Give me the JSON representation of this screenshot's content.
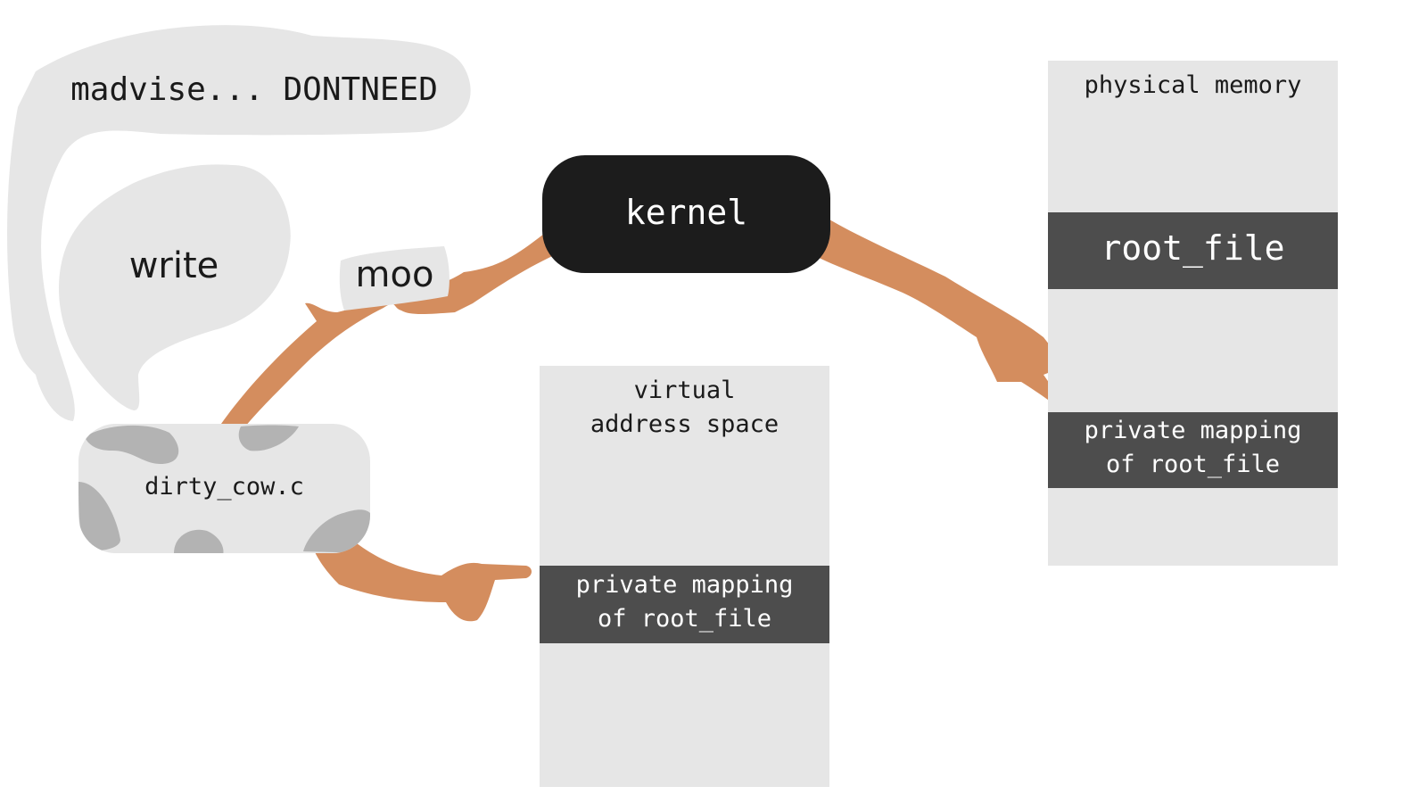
{
  "speech": {
    "madvise": "madvise... DONTNEED",
    "write": "write"
  },
  "moo_label": "moo",
  "kernel_label": "kernel",
  "program_label": "dirty_cow.c",
  "virtual_space": {
    "title_line1": "virtual",
    "title_line2": "address space",
    "mapping_line1": "private mapping",
    "mapping_line2": "of root_file"
  },
  "physical_memory": {
    "title": "physical memory",
    "root_file": "root_file",
    "mapping_line1": "private mapping",
    "mapping_line2": "of root_file"
  },
  "colors": {
    "panel": "#e6e6e6",
    "dark_block": "#4d4d4d",
    "kernel": "#1c1c1c",
    "arm": "#d48d5e",
    "cow_spot": "#b3b3b3",
    "bubble": "#e6e6e6"
  }
}
